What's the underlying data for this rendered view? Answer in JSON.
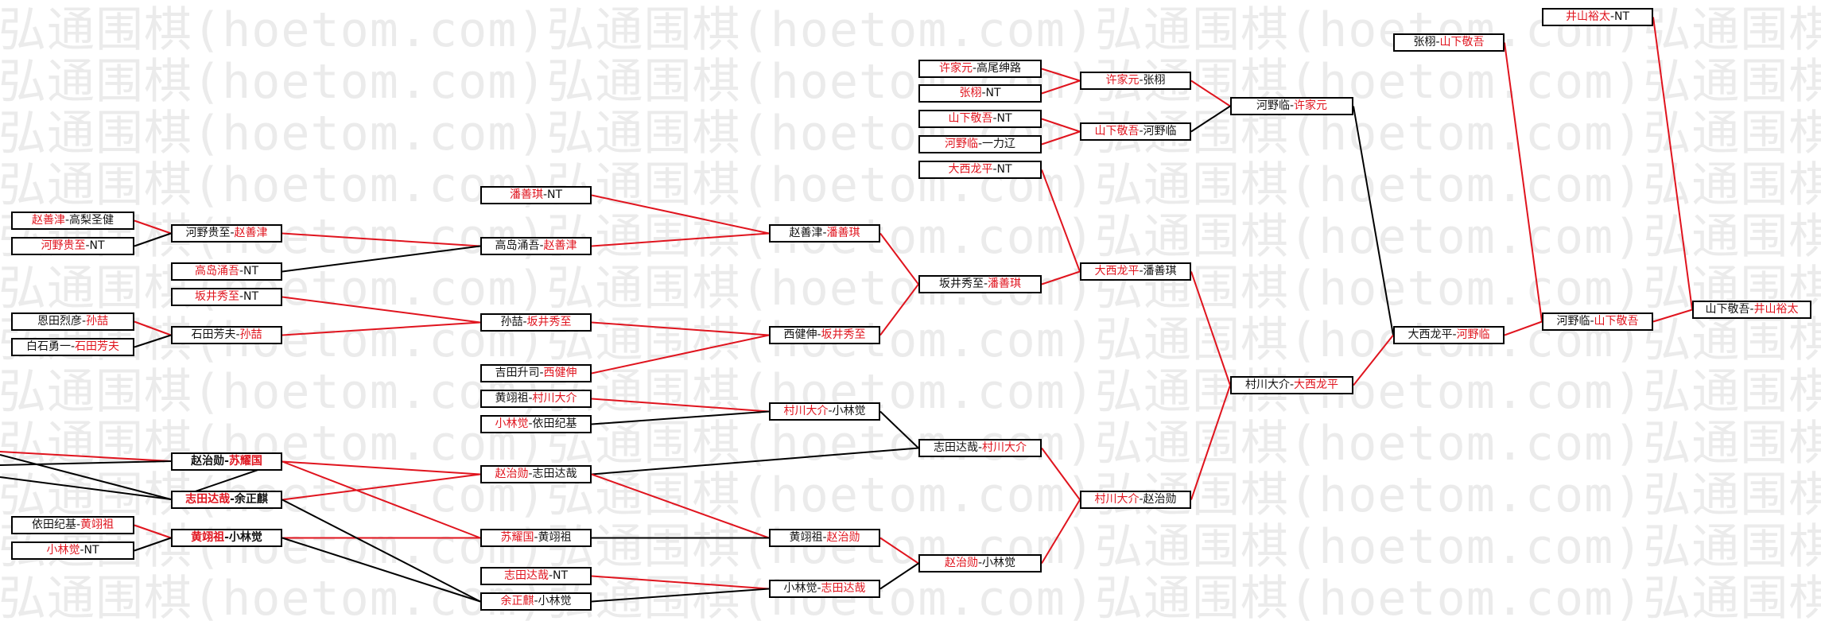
{
  "watermark_text": "弘通围棋(hoetom.com)",
  "colors": {
    "win": "#e0141e",
    "loss": "#000000",
    "watermark": "#ebebeb"
  },
  "nodes": [
    {
      "id": "n01",
      "parts": [
        [
          "井山裕太",
          "r"
        ],
        [
          "-NT",
          "k"
        ]
      ]
    },
    {
      "id": "n02",
      "parts": [
        [
          "张栩-",
          "k"
        ],
        [
          "山下敬吾",
          "r"
        ]
      ]
    },
    {
      "id": "n03",
      "parts": [
        [
          "许家元",
          "r"
        ],
        [
          "-高尾绅路",
          "k"
        ]
      ]
    },
    {
      "id": "n04",
      "parts": [
        [
          "张栩",
          "r"
        ],
        [
          "-NT",
          "k"
        ]
      ]
    },
    {
      "id": "n05",
      "parts": [
        [
          "许家元",
          "r"
        ],
        [
          "-张栩",
          "k"
        ]
      ]
    },
    {
      "id": "n06",
      "parts": [
        [
          "河野临-",
          "k"
        ],
        [
          "许家元",
          "r"
        ]
      ]
    },
    {
      "id": "n07",
      "parts": [
        [
          "山下敬吾",
          "r"
        ],
        [
          "-NT",
          "k"
        ]
      ]
    },
    {
      "id": "n08",
      "parts": [
        [
          "山下敬吾",
          "r"
        ],
        [
          "-河野临",
          "k"
        ]
      ]
    },
    {
      "id": "n09",
      "parts": [
        [
          "河野临",
          "r"
        ],
        [
          "-一力辽",
          "k"
        ]
      ]
    },
    {
      "id": "n10",
      "parts": [
        [
          "大西龙平",
          "r"
        ],
        [
          "-NT",
          "k"
        ]
      ]
    },
    {
      "id": "n11",
      "parts": [
        [
          "潘善琪",
          "r"
        ],
        [
          "-NT",
          "k"
        ]
      ]
    },
    {
      "id": "n12",
      "parts": [
        [
          "赵善津",
          "r"
        ],
        [
          "-高梨圣健",
          "k"
        ]
      ]
    },
    {
      "id": "n13",
      "parts": [
        [
          "河野贵至-",
          "k"
        ],
        [
          "赵善津",
          "r"
        ]
      ]
    },
    {
      "id": "n14",
      "parts": [
        [
          "赵善津-",
          "k"
        ],
        [
          "潘善琪",
          "r"
        ]
      ]
    },
    {
      "id": "n15",
      "parts": [
        [
          "河野贵至",
          "r"
        ],
        [
          "-NT",
          "k"
        ]
      ]
    },
    {
      "id": "n16",
      "parts": [
        [
          "高岛涌吾-",
          "k"
        ],
        [
          "赵善津",
          "r"
        ]
      ]
    },
    {
      "id": "n17",
      "parts": [
        [
          "高岛涌吾",
          "r"
        ],
        [
          "-NT",
          "k"
        ]
      ]
    },
    {
      "id": "n18",
      "parts": [
        [
          "大西龙平",
          "r"
        ],
        [
          "-潘善琪",
          "k"
        ]
      ]
    },
    {
      "id": "n19",
      "parts": [
        [
          "坂井秀至-",
          "k"
        ],
        [
          "潘善琪",
          "r"
        ]
      ]
    },
    {
      "id": "n20",
      "parts": [
        [
          "坂井秀至",
          "r"
        ],
        [
          "-NT",
          "k"
        ]
      ]
    },
    {
      "id": "n21",
      "parts": [
        [
          "恩田烈彦-",
          "k"
        ],
        [
          "孙喆",
          "r"
        ]
      ]
    },
    {
      "id": "n22",
      "parts": [
        [
          "孙喆-",
          "k"
        ],
        [
          "坂井秀至",
          "r"
        ]
      ]
    },
    {
      "id": "n23",
      "parts": [
        [
          "石田芳夫-",
          "k"
        ],
        [
          "孙喆",
          "r"
        ]
      ]
    },
    {
      "id": "n24",
      "parts": [
        [
          "西健伸-",
          "k"
        ],
        [
          "坂井秀至",
          "r"
        ]
      ]
    },
    {
      "id": "n25",
      "parts": [
        [
          "大西龙平-",
          "k"
        ],
        [
          "河野临",
          "r"
        ]
      ]
    },
    {
      "id": "n26",
      "parts": [
        [
          "河野临-",
          "k"
        ],
        [
          "山下敬吾",
          "r"
        ]
      ]
    },
    {
      "id": "n27",
      "parts": [
        [
          "山下敬吾-",
          "k"
        ],
        [
          "井山裕太",
          "r"
        ]
      ]
    },
    {
      "id": "n28",
      "parts": [
        [
          "白石勇一-",
          "k"
        ],
        [
          "石田芳夫",
          "r"
        ]
      ]
    },
    {
      "id": "n29",
      "parts": [
        [
          "吉田升司-",
          "k"
        ],
        [
          "西健伸",
          "r"
        ]
      ]
    },
    {
      "id": "n30",
      "parts": [
        [
          "村川大介-",
          "k"
        ],
        [
          "大西龙平",
          "r"
        ]
      ]
    },
    {
      "id": "n31",
      "parts": [
        [
          "黄翊祖-",
          "k"
        ],
        [
          "村川大介",
          "r"
        ]
      ]
    },
    {
      "id": "n32",
      "parts": [
        [
          "村川大介",
          "r"
        ],
        [
          "-小林觉",
          "k"
        ]
      ]
    },
    {
      "id": "n33",
      "parts": [
        [
          "小林觉",
          "r"
        ],
        [
          "-依田纪基",
          "k"
        ]
      ]
    },
    {
      "id": "n34",
      "parts": [
        [
          "志田达哉-",
          "k"
        ],
        [
          "村川大介",
          "r"
        ]
      ]
    },
    {
      "id": "n35",
      "parts": [
        [
          "赵治勋-",
          "k"
        ],
        [
          "苏耀国",
          "r"
        ]
      ],
      "bold": true
    },
    {
      "id": "n36",
      "parts": [
        [
          "赵治勋",
          "r"
        ],
        [
          "-志田达哉",
          "k"
        ]
      ]
    },
    {
      "id": "n37",
      "parts": [
        [
          "志田达哉",
          "r"
        ],
        [
          "-余正麒",
          "k"
        ]
      ],
      "bold": true
    },
    {
      "id": "n38",
      "parts": [
        [
          "村川大介",
          "r"
        ],
        [
          "-赵治勋",
          "k"
        ]
      ]
    },
    {
      "id": "n39",
      "parts": [
        [
          "依田纪基-",
          "k"
        ],
        [
          "黄翊祖",
          "r"
        ]
      ]
    },
    {
      "id": "n40",
      "parts": [
        [
          "黄翊祖",
          "r"
        ],
        [
          "-小林觉",
          "k"
        ]
      ],
      "bold": true
    },
    {
      "id": "n41",
      "parts": [
        [
          "苏耀国",
          "r"
        ],
        [
          "-黄翊祖",
          "k"
        ]
      ]
    },
    {
      "id": "n42",
      "parts": [
        [
          "黄翊祖-",
          "k"
        ],
        [
          "赵治勋",
          "r"
        ]
      ]
    },
    {
      "id": "n43",
      "parts": [
        [
          "小林觉",
          "r"
        ],
        [
          "-NT",
          "k"
        ]
      ]
    },
    {
      "id": "n44",
      "parts": [
        [
          "赵治勋",
          "r"
        ],
        [
          "-小林觉",
          "k"
        ]
      ]
    },
    {
      "id": "n45",
      "parts": [
        [
          "志田达哉",
          "r"
        ],
        [
          "-NT",
          "k"
        ]
      ]
    },
    {
      "id": "n46",
      "parts": [
        [
          "小林觉-",
          "k"
        ],
        [
          "志田达哉",
          "r"
        ]
      ]
    },
    {
      "id": "n47",
      "parts": [
        [
          "余正麒",
          "r"
        ],
        [
          "-小林觉",
          "k"
        ]
      ]
    }
  ]
}
